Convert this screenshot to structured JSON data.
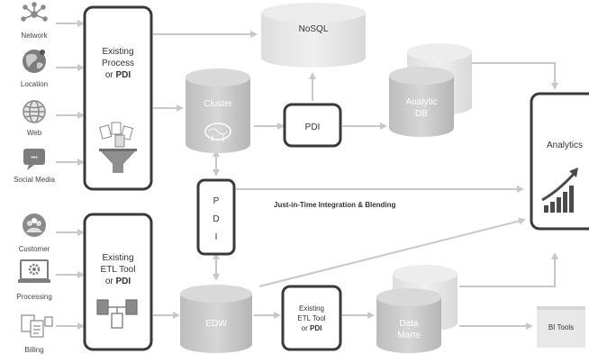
{
  "sources_top": {
    "network": "Network",
    "location": "Location",
    "web": "Web",
    "social_media": "Social Media"
  },
  "sources_bottom": {
    "customer": "Customer",
    "processing": "Processing",
    "billing": "Billing"
  },
  "existing_process": {
    "line1": "Existing",
    "line2": "Process",
    "line3_prefix": "or ",
    "line3_bold": "PDI"
  },
  "existing_etl_left": {
    "line1": "Existing",
    "line2": "ETL Tool",
    "line3_prefix": "or ",
    "line3_bold": "PDI"
  },
  "cluster": "Cluster",
  "nosql": "NoSQL",
  "pdi_top": "PDI",
  "pdi_vertical": [
    "P",
    "D",
    "I"
  ],
  "analytic_db": {
    "line1": "Analytic",
    "line2": "DB"
  },
  "analytics": "Analytics",
  "edw": "EDW",
  "existing_etl_right": {
    "line1": "Existing",
    "line2": "ETL Tool",
    "line3_prefix": "or ",
    "line3_bold": "PDI"
  },
  "data_marts": {
    "line1": "Data",
    "line2": "Marts"
  },
  "bi_tools": "BI Tools",
  "jit_label": "Just-in-Time Integration & Blending",
  "colors": {
    "box_border": "#3a3a3a",
    "arrow": "#c8c8c8",
    "cylinder_dark": "#b3b3b3",
    "cylinder_light": "#dcdcdc",
    "icon_gray": "#8a8a8a",
    "funnel": "#8f8f8f",
    "analytics_bar": "#4a4a4a"
  },
  "icons": [
    "network-icon",
    "location-globe-icon",
    "web-globe-icon",
    "social-media-chat-icon",
    "customer-icon",
    "processing-monitor-gear-icon",
    "billing-documents-icon",
    "funnel-icon",
    "document-flow-icon",
    "brain-cloud-icon",
    "bar-chart-growth-icon"
  ]
}
